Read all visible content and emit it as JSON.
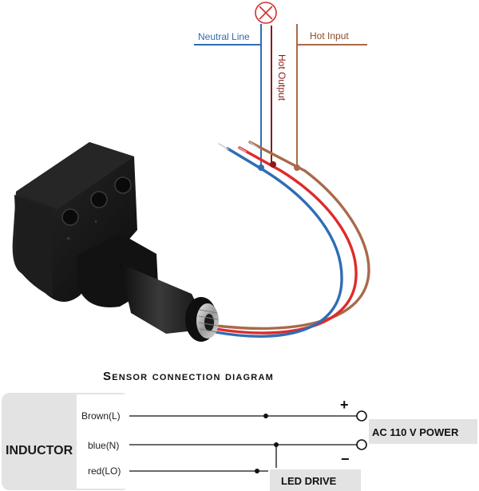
{
  "photo": {
    "labels": {
      "neutral": "Neutral Line",
      "hot_output": "Hot Output",
      "hot_input": "Hot Input"
    },
    "lamp_symbol": "lamp-x-icon",
    "colors": {
      "blue_wire": "#2f6db5",
      "red_wire": "#e02a2a",
      "brown_wire": "#a86a4a",
      "dark_red_line": "#8b1a1a",
      "sensor_body": "#151515"
    }
  },
  "diagram": {
    "title": "Sensor connection diagram",
    "inductor_label": "INDUCTOR",
    "wires": [
      "Brown(L)",
      "blue(N)",
      "red(LO)"
    ],
    "plus": "+",
    "minus": "−",
    "power_label": "AC 110 V POWER",
    "led_label": "LED DRIVE"
  }
}
